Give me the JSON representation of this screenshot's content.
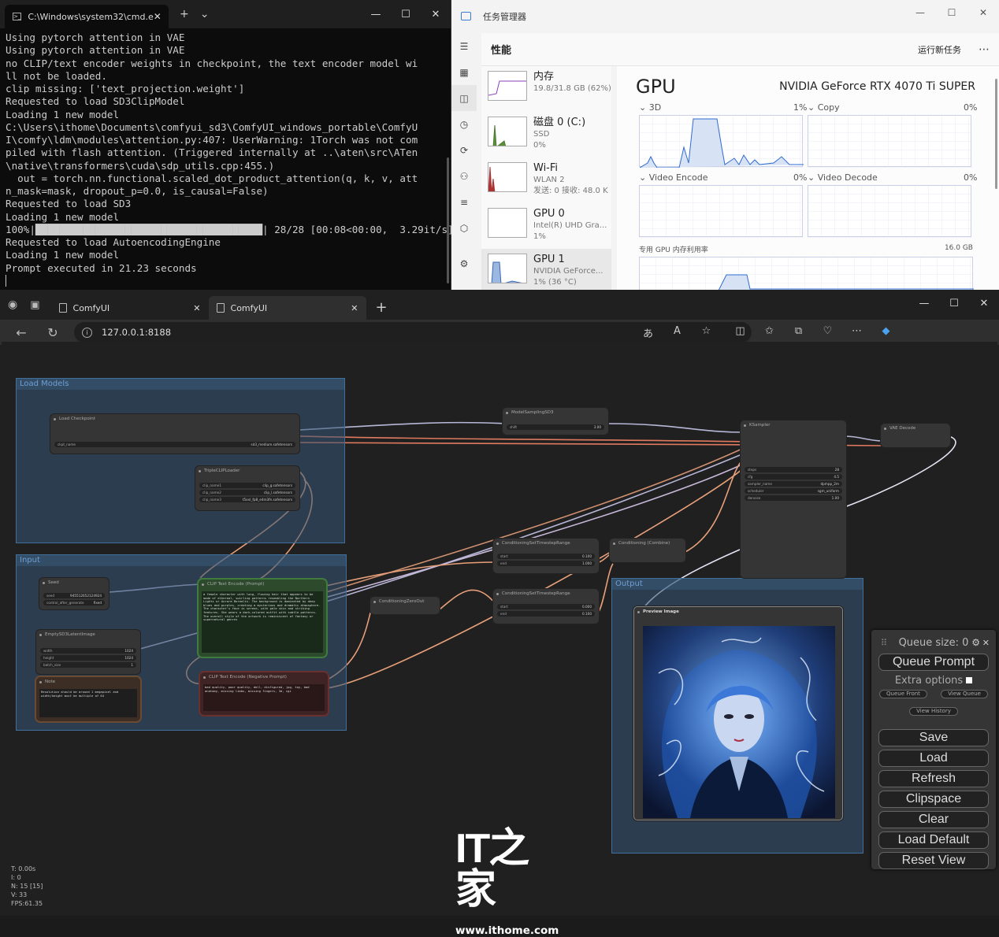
{
  "cmd": {
    "tab_title": "C:\\Windows\\system32\\cmd.e",
    "close": "✕",
    "new_tab": "+",
    "dropdown": "⌄",
    "min": "—",
    "max": "☐",
    "close_win": "✕",
    "output": "Using pytorch attention in VAE\nUsing pytorch attention in VAE\nno CLIP/text encoder weights in checkpoint, the text encoder model wi\nll not be loaded.\nclip missing: ['text_projection.weight']\nRequested to load SD3ClipModel\nLoading 1 new model\nC:\\Users\\ithome\\Documents\\comfyui_sd3\\ComfyUI_windows_portable\\ComfyU\nI\\comfy\\ldm\\modules\\attention.py:407: UserWarning: 1Torch was not com\npiled with flash attention. (Triggered internally at ..\\aten\\src\\ATen\n\\native\\transformers\\cuda\\sdp_utils.cpp:455.)\n  out = torch.nn.functional.scaled_dot_product_attention(q, k, v, att\nn_mask=mask, dropout_p=0.0, is_causal=False)\nRequested to load SD3\nLoading 1 new model\n100%|██████████████████████████████████████| 28/28 [00:08<00:00,  3.29it/s]\nRequested to load AutoencodingEngine\nLoading 1 new model\nPrompt executed in 21.23 seconds\n▏"
  },
  "taskmgr": {
    "title": "任务管理器",
    "section": "性能",
    "run_task": "运行新任务",
    "more": "⋯",
    "devices": [
      {
        "name": "内存",
        "sub1": "19.8/31.8 GB (62%)",
        "sub2": ""
      },
      {
        "name": "磁盘 0 (C:)",
        "sub1": "SSD",
        "sub2": "0%"
      },
      {
        "name": "Wi-Fi",
        "sub1": "WLAN 2",
        "sub2": "发送: 0 接收: 48.0 K"
      },
      {
        "name": "GPU 0",
        "sub1": "Intel(R) UHD Gra...",
        "sub2": "1%"
      },
      {
        "name": "GPU 1",
        "sub1": "NVIDIA GeForce...",
        "sub2": "1% (36 °C)"
      }
    ],
    "gpu_title": "GPU",
    "gpu_name": "NVIDIA GeForce RTX 4070 Ti SUPER",
    "engines": [
      {
        "label": "3D",
        "pct": "1%"
      },
      {
        "label": "Copy",
        "pct": "0%"
      },
      {
        "label": "Video Encode",
        "pct": "0%"
      },
      {
        "label": "Video Decode",
        "pct": "0%"
      }
    ],
    "dedicated_label": "专用 GPU 内存利用率",
    "dedicated_value": "16.0 GB"
  },
  "browser": {
    "tab1": "ComfyUI",
    "tab2": "ComfyUI",
    "url": "127.0.0.1:8188",
    "plus": "+"
  },
  "comfy": {
    "groups": {
      "load_models": "Load Models",
      "input": "Input",
      "output": "Output"
    },
    "nodes": {
      "load_checkpoint": {
        "title": "Load Checkpoint",
        "ckpt_label": "ckpt_name",
        "ckpt_value": "sd3_medium.safetensors"
      },
      "triple_clip": {
        "title": "TripleCLIPLoader",
        "w": [
          [
            "clip_name1",
            "clip_g.safetensors"
          ],
          [
            "clip_name2",
            "clip_l.safetensors"
          ],
          [
            "clip_name3",
            "t5xxl_fp8_e4m3fn.safetensors"
          ]
        ]
      },
      "model_sampling": {
        "title": "ModelSamplingSD3",
        "shift_label": "shift",
        "shift_value": "3.00"
      },
      "ksampler": {
        "title": "KSampler",
        "w": [
          [
            "steps",
            "28"
          ],
          [
            "cfg",
            "4.5"
          ],
          [
            "sampler_name",
            "dpmpp_2m"
          ],
          [
            "scheduler",
            "sgm_uniform"
          ],
          [
            "denoise",
            "1.00"
          ]
        ]
      },
      "vae_decode": {
        "title": "VAE Decode"
      },
      "seed": {
        "title": "Seed",
        "seed_label": "seed",
        "seed_value": "945512652124924",
        "ctrl_label": "control_after_generate",
        "ctrl_value": "fixed"
      },
      "empty_latent": {
        "title": "EmptySD3LatentImage",
        "w": [
          [
            "width",
            "1024"
          ],
          [
            "height",
            "1024"
          ],
          [
            "batch_size",
            "1"
          ]
        ]
      },
      "note": {
        "title": "Note",
        "text": "Resolution should be around 1 megapixel and width/height must be multiple of 64"
      },
      "clip_pos": {
        "title": "CLIP Text Encode (Prompt)",
        "text": "a female character with long, flowing hair that appears to be made of ethereal, swirling patterns resembling the Northern Lights or Aurora Borealis. The background is dominated by deep blues and purples, creating a mysterious and dramatic atmosphere. The character's face is serene, with pale skin and striking features. She wears a dark-colored outfit with subtle patterns. The overall style of the artwork is reminiscent of fantasy or supernatural genres"
      },
      "clip_neg": {
        "title": "CLIP Text Encode (Negative Prompt)",
        "text": "bad quality, poor quality, doll, disfigured, jpg, toy, bad anatomy, missing limbs, missing fingers, 3d, cgi"
      },
      "zero_out": {
        "title": "ConditioningZeroOut"
      },
      "range1": {
        "title": "ConditioningSetTimestepRange",
        "w": [
          [
            "start",
            "0.100"
          ],
          [
            "end",
            "1.000"
          ]
        ]
      },
      "range2": {
        "title": "ConditioningSetTimestepRange",
        "w": [
          [
            "start",
            "0.000"
          ],
          [
            "end",
            "0.100"
          ]
        ]
      },
      "combine": {
        "title": "Conditioning (Combine)"
      },
      "preview": {
        "title": "Preview Image"
      }
    },
    "stats": {
      "t": "T: 0.00s",
      "i": "I: 0",
      "n": "N: 15 [15]",
      "v": "V: 33",
      "fps": "FPS:61.35"
    },
    "queue": {
      "size": "Queue size: 0",
      "queue_prompt": "Queue Prompt",
      "extra": "Extra options",
      "queue_front": "Queue Front",
      "view_queue": "View Queue",
      "view_history": "View History",
      "save": "Save",
      "load": "Load",
      "refresh": "Refresh",
      "clipspace": "Clipspace",
      "clear": "Clear",
      "load_default": "Load Default",
      "reset_view": "Reset View"
    }
  },
  "watermark": {
    "logo": "IT之家",
    "url": "www.ithome.com"
  }
}
